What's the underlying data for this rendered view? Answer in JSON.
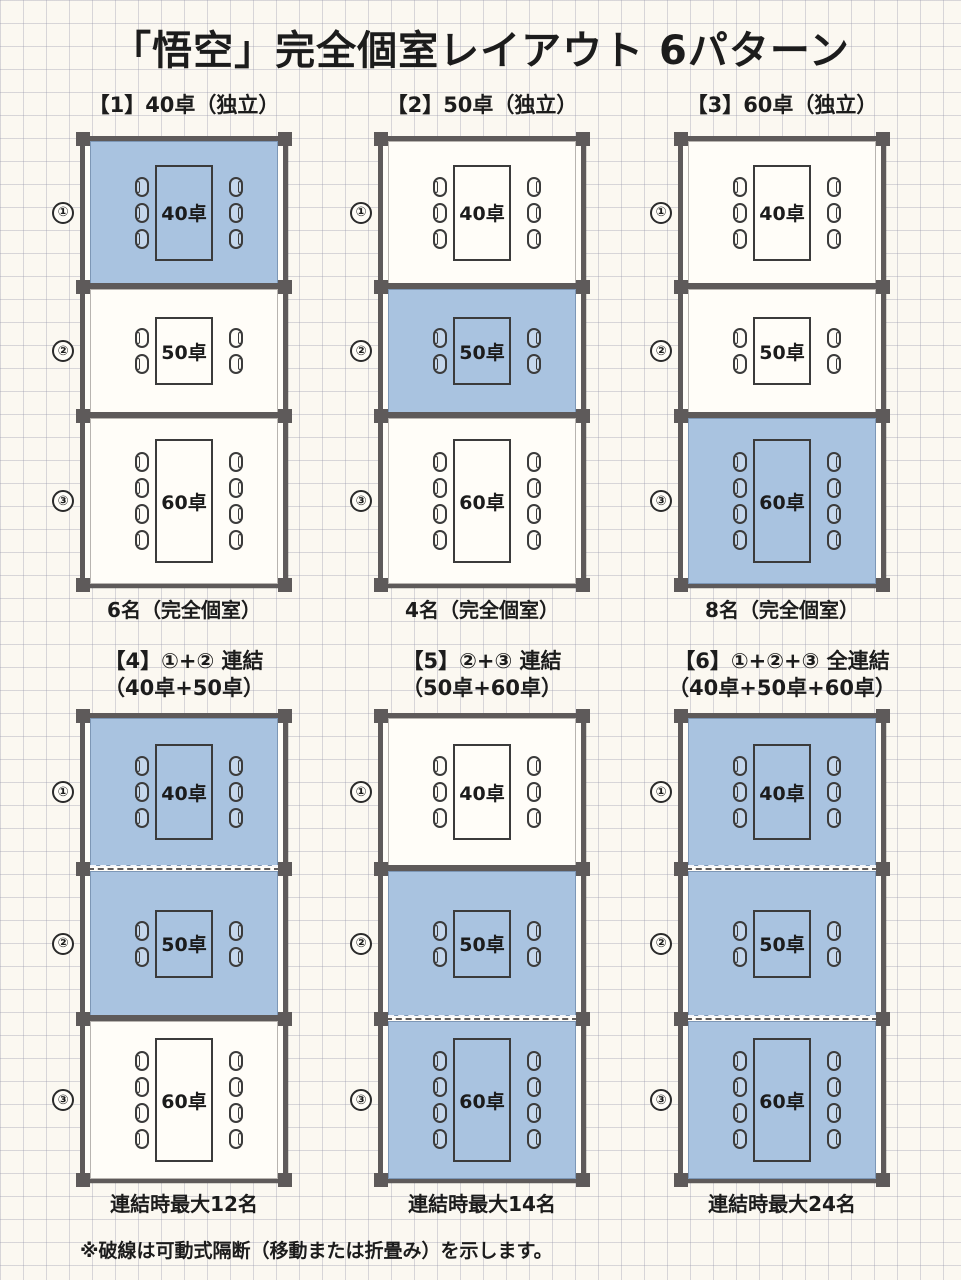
{
  "title": "「悟空」完全個室レイアウト 6パターン",
  "room_labels": {
    "r40": "40卓",
    "r50": "50卓",
    "r60": "60卓"
  },
  "room_numbers": [
    "1",
    "2",
    "3"
  ],
  "patterns": [
    {
      "title1": "【1】40卓（独立）",
      "title2": "",
      "caption": "6名（完全個室）",
      "active": [
        1,
        0,
        0
      ],
      "merged": [
        0,
        0
      ]
    },
    {
      "title1": "【2】50卓（独立）",
      "title2": "",
      "caption": "4名（完全個室）",
      "active": [
        0,
        1,
        0
      ],
      "merged": [
        0,
        0
      ]
    },
    {
      "title1": "【3】60卓（独立）",
      "title2": "",
      "caption": "8名（完全個室）",
      "active": [
        0,
        0,
        1
      ],
      "merged": [
        0,
        0
      ]
    },
    {
      "title1": "【4】①+② 連結",
      "title2": "（40卓+50卓）",
      "caption": "連結時最大12名",
      "active": [
        1,
        1,
        0
      ],
      "merged": [
        1,
        0
      ]
    },
    {
      "title1": "【5】②+③ 連結",
      "title2": "（50卓+60卓）",
      "caption": "連結時最大14名",
      "active": [
        0,
        1,
        1
      ],
      "merged": [
        0,
        1
      ]
    },
    {
      "title1": "【6】①+②+③ 全連結",
      "title2": "（40卓+50卓+60卓）",
      "caption": "連結時最大24名",
      "active": [
        1,
        1,
        1
      ],
      "merged": [
        1,
        1
      ]
    }
  ],
  "footnote": "※破線は可動式隔断（移動または折畳み）を示します。",
  "colors": {
    "active_room": "#a9c3e0",
    "wall": "#5e5a5a"
  }
}
